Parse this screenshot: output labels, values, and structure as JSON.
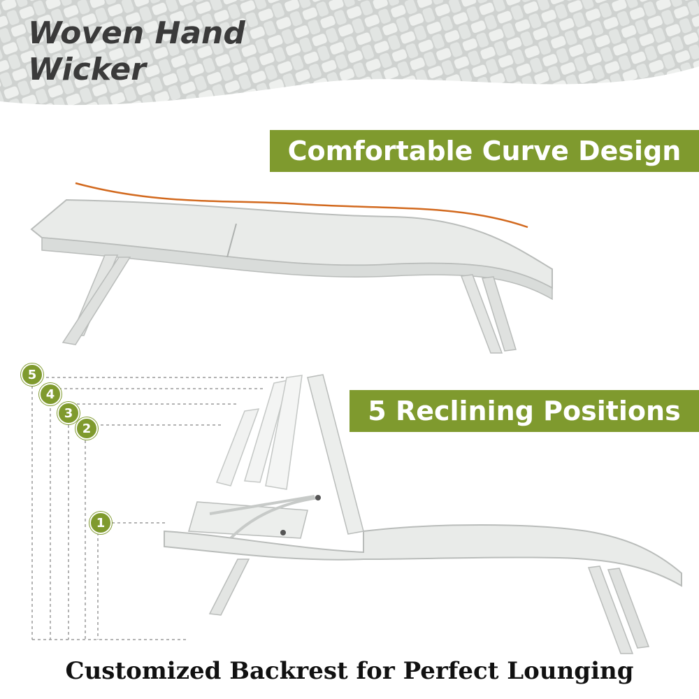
{
  "header": {
    "title_line1": "Woven Hand",
    "title_line2": "Wicker"
  },
  "banners": {
    "curve": "Comfortable Curve Design",
    "recline": "5 Reclining Positions"
  },
  "positions": [
    "1",
    "2",
    "3",
    "4",
    "5"
  ],
  "footer": {
    "caption": "Customized Backrest for Perfect Lounging"
  },
  "colors": {
    "accent": "#7f9a2e",
    "curve_line": "#d2691e",
    "frame": "#e6e8e6"
  }
}
